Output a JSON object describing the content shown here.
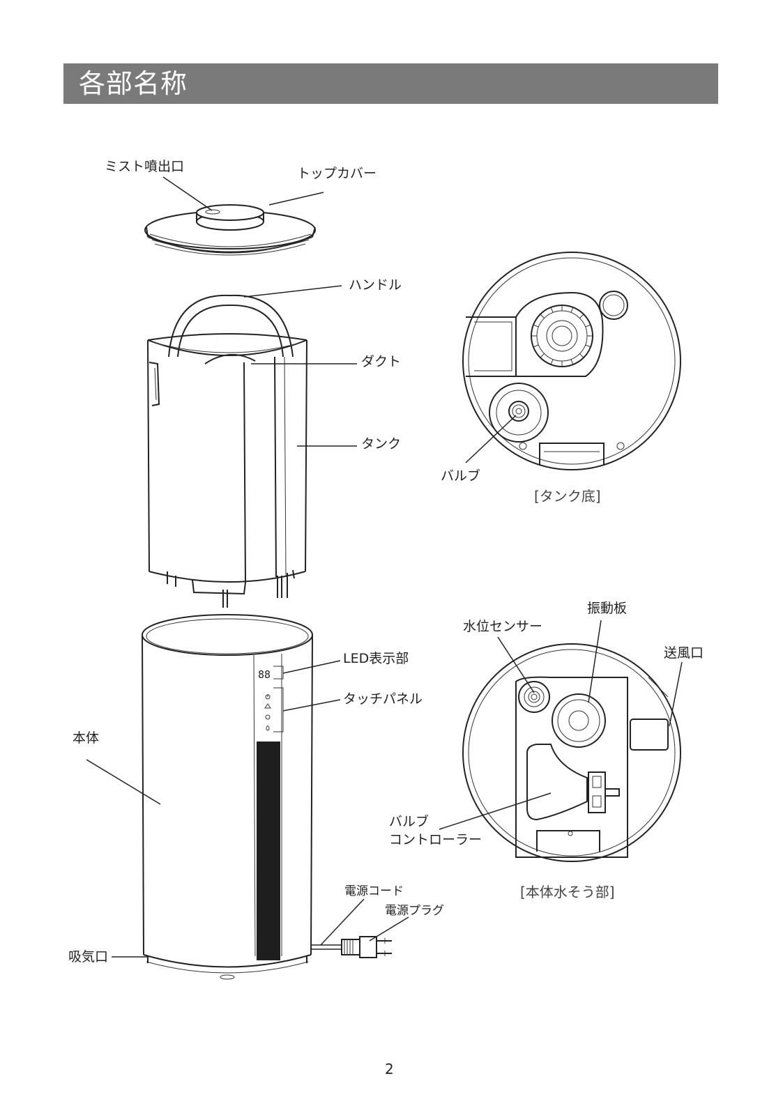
{
  "page": {
    "title": "各部名称",
    "page_number": "2"
  },
  "labels": {
    "mist_outlet": "ミスト噴出口",
    "top_cover": "トップカバー",
    "handle": "ハンドル",
    "duct": "ダクト",
    "tank": "タンク",
    "valve": "バルブ",
    "led_display": "LED表示部",
    "touch_panel": "タッチパネル",
    "main_body": "本体",
    "power_cord": "電源コード",
    "power_plug": "電源プラグ",
    "air_intake": "吸気口",
    "water_level_sensor": "水位センサー",
    "vibration_plate": "振動板",
    "air_outlet": "送風口",
    "valve_controller_line1": "バルブ",
    "valve_controller_line2": "コントローラー"
  },
  "captions": {
    "tank_bottom": "[タンク底]",
    "body_reservoir": "[本体水そう部]"
  },
  "display": {
    "led_readout": "88"
  }
}
